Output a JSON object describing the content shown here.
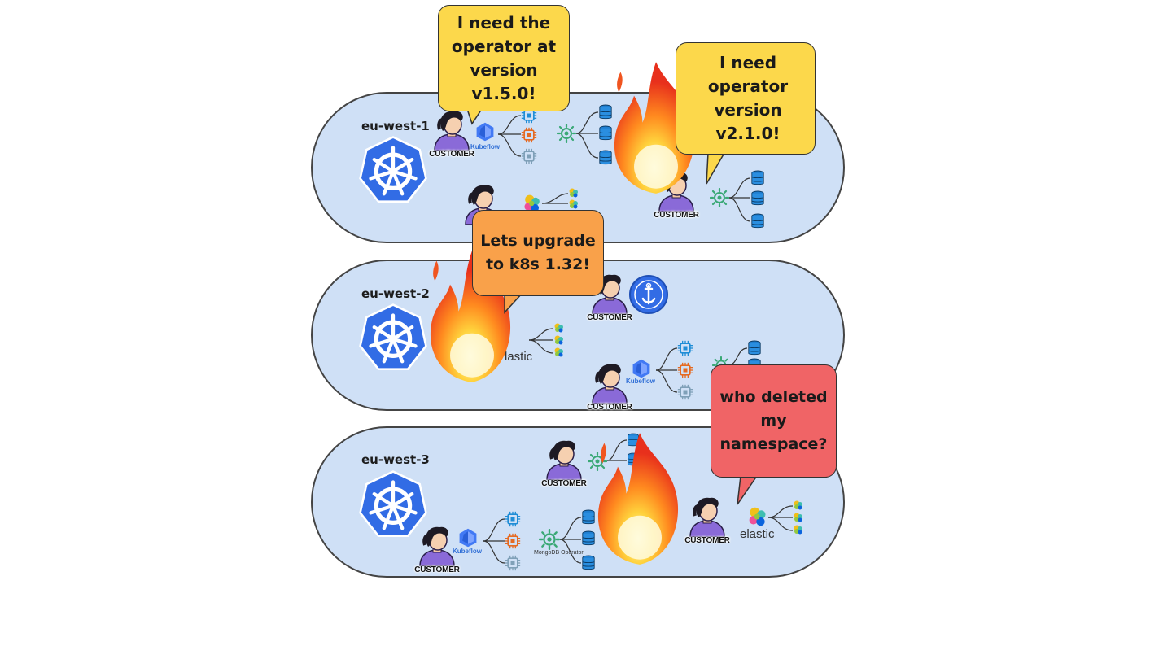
{
  "clusters": [
    {
      "label": "eu-west-1"
    },
    {
      "label": "eu-west-2"
    },
    {
      "label": "eu-west-3"
    }
  ],
  "customer_label": "CUSTOMER",
  "customer_label_partial": "CUS",
  "bubbles": {
    "top_left": "I need the\noperator at\nversion\nv1.5.0!",
    "top_right": "I need\noperator\nversion v2.1.0!",
    "upgrade": "Lets upgrade\nto k8s 1.32!",
    "namespace": "who deleted\nmy\nnamespace?"
  },
  "logos": {
    "kubeflow": "Kubeflow",
    "elastic": "elastic",
    "elastic_partial": "lastic",
    "mongodb_operator": "MongoDB Operator"
  },
  "colors": {
    "cluster_fill": "#cfe0f6",
    "k8s_blue": "#326ce5",
    "bubble_yellow": "#fcd84b",
    "bubble_orange": "#f9a14a",
    "bubble_red": "#f06466"
  },
  "icons": [
    "kubernetes-icon",
    "customer-icon",
    "kubeflow-icon",
    "chip-icon",
    "operator-gear-icon",
    "database-icon",
    "elastic-icon",
    "cert-manager-icon",
    "fire-icon"
  ]
}
